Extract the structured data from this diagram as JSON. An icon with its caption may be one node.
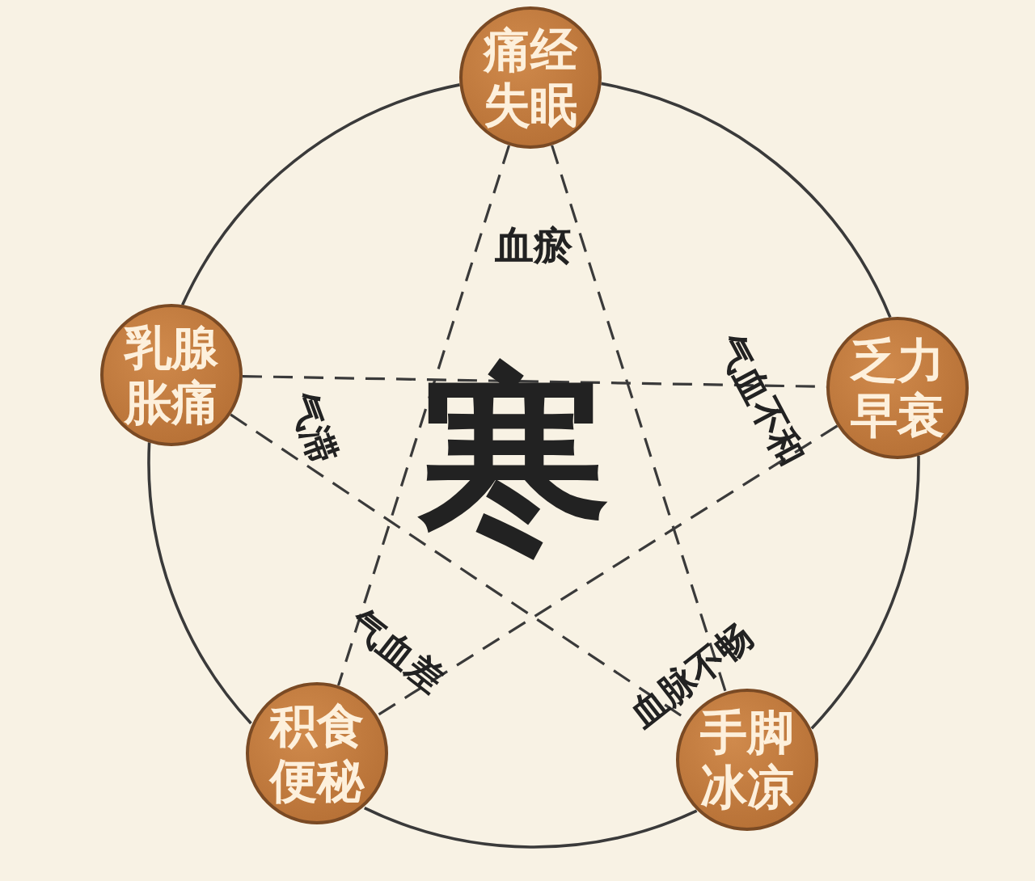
{
  "diagram": {
    "nodes": [
      {
        "text": [
          "痛经失眠"
        ]
      },
      {
        "text": [
          "乏力早衰"
        ]
      },
      {
        "text": [
          "手脚冰凉"
        ]
      },
      {
        "text": [
          "积食便秘"
        ]
      },
      {
        "text": [
          "乳腺胀痛"
        ]
      }
    ],
    "edges": [
      {
        "from": 0,
        "to": 1,
        "arrow": "none"
      },
      {
        "from": 1,
        "to": 2,
        "arrow": "none"
      },
      {
        "from": 2,
        "to": 3,
        "arrow": "none"
      },
      {
        "from": 3,
        "to": 4,
        "arrow": "none"
      },
      {
        "from": 4,
        "to": 0,
        "arrow": "none"
      },
      {
        "from": 0,
        "to": 3,
        "arrow": "none",
        "style": "dashed"
      },
      {
        "from": 0,
        "to": 2,
        "arrow": "none",
        "style": "dashed"
      },
      {
        "from": 4,
        "to": 1,
        "arrow": "none",
        "style": "dashed"
      },
      {
        "from": 4,
        "to": 2,
        "arrow": "none",
        "style": "dashed"
      },
      {
        "from": 1,
        "to": 3,
        "arrow": "none",
        "style": "dashed"
      }
    ],
    "labels": [
      "血瘀",
      "气滞",
      "寒",
      "气血不和",
      "气血差",
      "血脉不畅"
    ]
  }
}
